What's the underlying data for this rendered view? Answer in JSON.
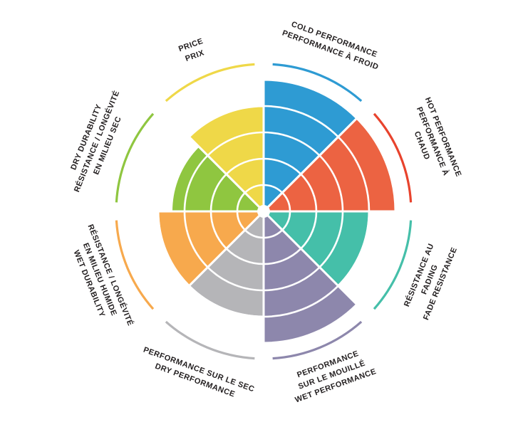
{
  "chart_data": {
    "type": "pie",
    "subtype": "polar-area-wheel (coxcomb, 8 equal 45° sectors, radius = score)",
    "title": "",
    "max_value": 5,
    "rings": 5,
    "ring_color": "#ffffff",
    "background_color": "#ffffff",
    "text_color": "#231f20",
    "segments": [
      {
        "name": "cold-performance",
        "label": "COLD PERFORMANCE\nPERFORMANCE À FROID",
        "color": "#2e9bd3",
        "value": 5
      },
      {
        "name": "hot-performance",
        "label": "HOT PERFORMANCE\nPERFORMANCE À CHAUD",
        "color": "#ec6342",
        "arc_color": "#e8432d",
        "value": 5
      },
      {
        "name": "fade-resistance",
        "label": "RÉSISTANCE AU FADING\nFADE RESISTANCE",
        "color": "#45bfa9",
        "value": 4
      },
      {
        "name": "wet-performance",
        "label": "PERFORMANCE\nSUR LE MOUILLÉ\nWET PERFORMANCE",
        "color": "#8d87ac",
        "value": 5
      },
      {
        "name": "dry-performance",
        "label": "PERFORMANCE SUR LE SEC\nDRY PERFORMANCE",
        "color": "#b5b5b8",
        "value": 4
      },
      {
        "name": "wet-durability",
        "label": "RÉSISTANCE / LONGÉVITÉ\nEN MILIEU HUMIDE\nWET DURABILITY",
        "color": "#f7a94d",
        "value": 4
      },
      {
        "name": "dry-durability",
        "label": "DRY DURABILITY\nRÉSISTANCE / LONGÉVITÉ\nEN MILIEU SEC",
        "color": "#8fc640",
        "value": 3.5
      },
      {
        "name": "price",
        "label": "PRICE\nPRIX",
        "color": "#efd848",
        "value": 4
      }
    ]
  }
}
